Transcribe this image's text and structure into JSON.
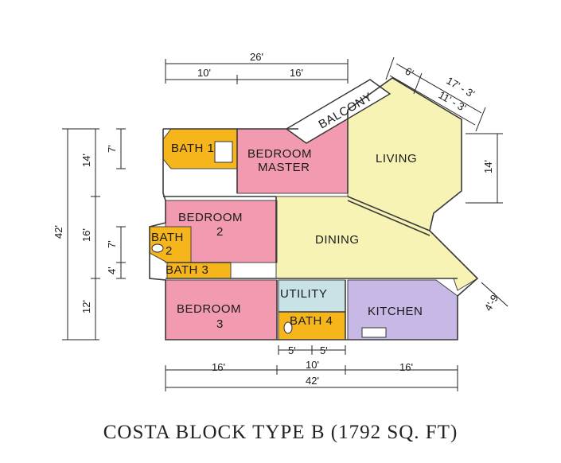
{
  "caption": "COSTA BLOCK TYPE B (1792 SQ. FT)",
  "rooms": {
    "bath1": "BATH 1",
    "bedroom_master_1": "BEDROOM",
    "bedroom_master_2": "MASTER",
    "balcony": "BALCONY",
    "living": "LIVING",
    "bedroom2_1": "BEDROOM",
    "bedroom2_2": "2",
    "bath2_1": "BATH",
    "bath2_2": "2",
    "bath3": "BATH 3",
    "dining": "DINING",
    "utility": "UTILITY",
    "kitchen": "KITCHEN",
    "bath4": "BATH 4",
    "bedroom3_1": "BEDROOM",
    "bedroom3_2": "3"
  },
  "dimensions": {
    "top_total": "26'",
    "top_left": "10'",
    "top_right": "16'",
    "diag_a": "6'",
    "diag_b": "17' - 3'",
    "diag_c": "11' - 3'",
    "right_14": "14'",
    "right_4_9": "4'-9'",
    "left_total": "42'",
    "left_14": "14'",
    "left_16": "16'",
    "left_12": "12'",
    "left_7a": "7'",
    "left_7b": "7'",
    "left_4": "4'",
    "bottom_5a": "5'",
    "bottom_5b": "5'",
    "bottom_16a": "16'",
    "bottom_10": "10'",
    "bottom_16b": "16'",
    "bottom_total": "42'"
  },
  "colors": {
    "bedroom": "#f29bb0",
    "bath": "#f7b51c",
    "living_dining": "#f6f3b5",
    "kitchen": "#c8b8e6",
    "utility": "#c8e2e6"
  }
}
